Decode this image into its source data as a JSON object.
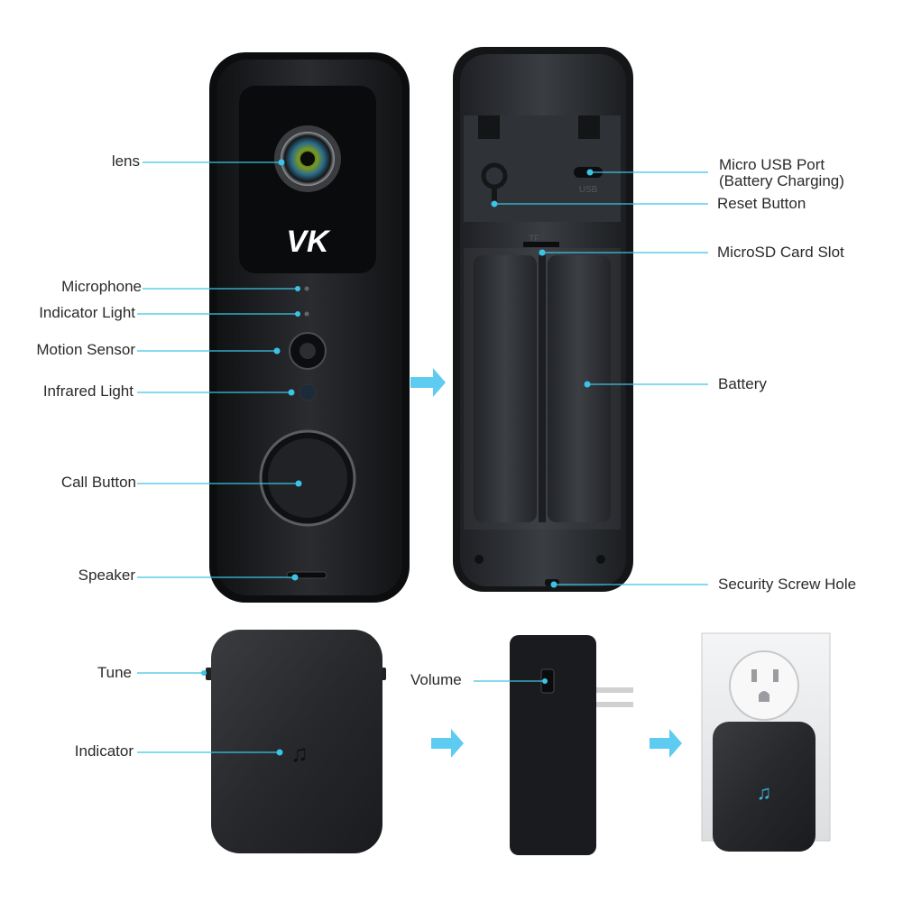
{
  "brand": {
    "logo_text": "VK"
  },
  "labels": {
    "lens": "lens",
    "microphone": "Microphone",
    "indicator_light": "Indicator Light",
    "motion_sensor": "Motion Sensor",
    "infrared_light": "Infrared Light",
    "call_button": "Call Button",
    "speaker": "Speaker",
    "micro_usb_port_line1": "Micro USB Port",
    "micro_usb_port_line2": "(Battery Charging)",
    "reset_button": "Reset Button",
    "microsd_card_slot": "MicroSD Card Slot",
    "battery": "Battery",
    "security_screw_hole": "Security Screw Hole",
    "tune": "Tune",
    "indicator": "Indicator",
    "volume": "Volume"
  },
  "device_markings": {
    "usb": "USB",
    "tf": "TF",
    "chime_icon": "music-note-icon"
  },
  "colors": {
    "leader_line": "#3cc4e6",
    "arrow": "#4cc6ee",
    "device_body": "#1d1f22",
    "text": "#2a2a2a"
  }
}
